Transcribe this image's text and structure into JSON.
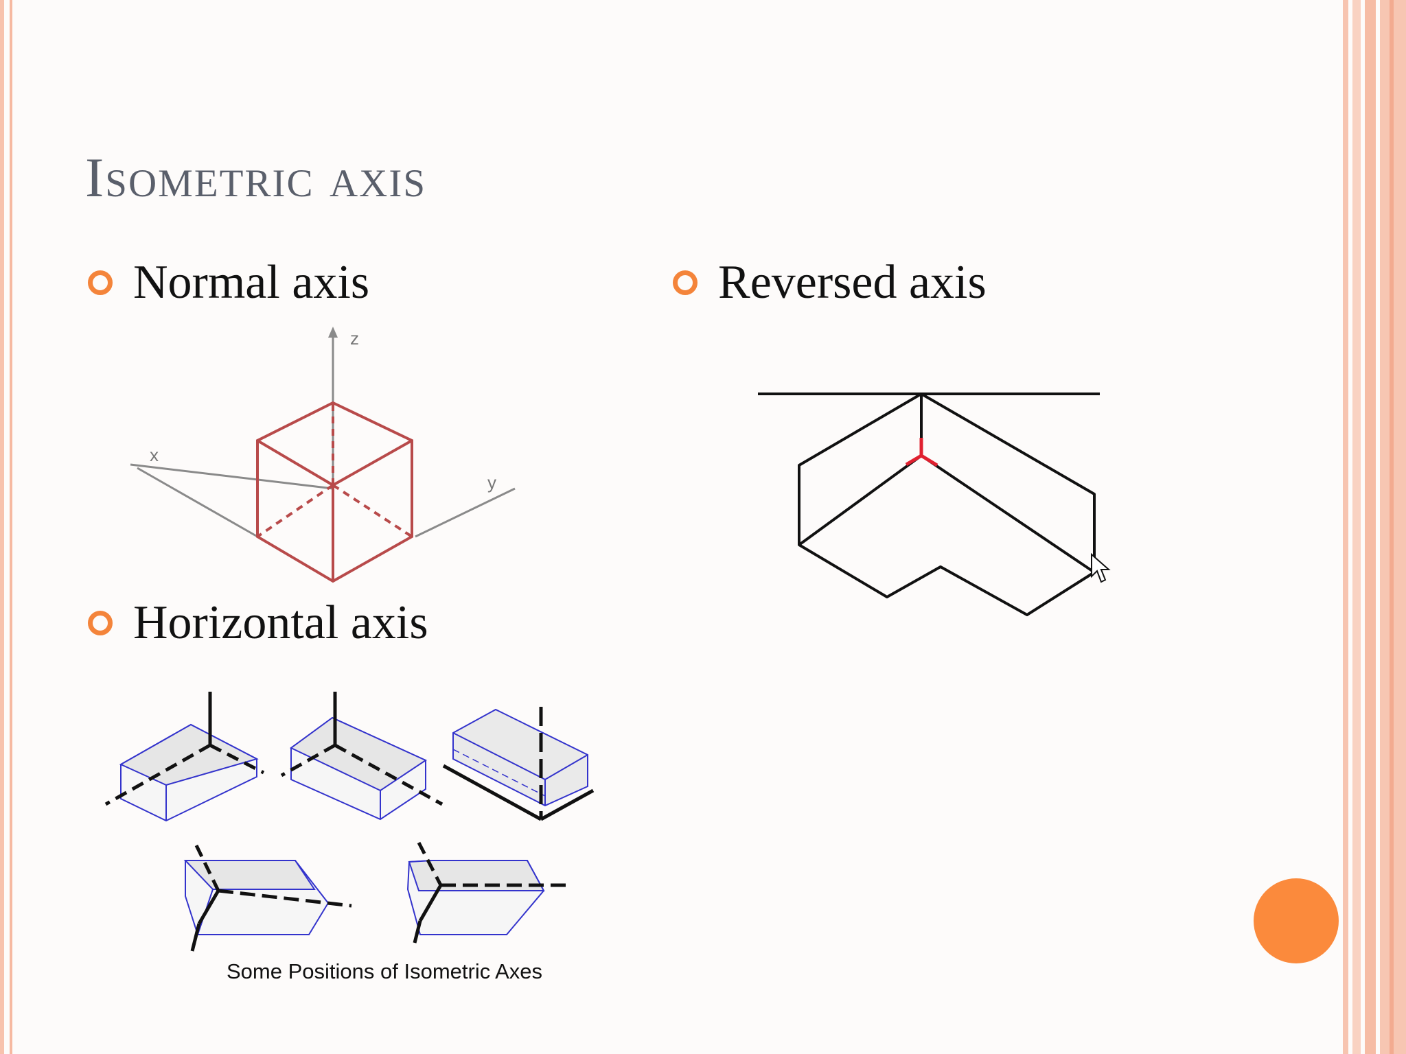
{
  "slide": {
    "title": "Isometric axis",
    "bullets": {
      "normal": "Normal axis",
      "reversed": "Reversed axis",
      "horizontal": "Horizontal axis"
    },
    "figures": {
      "normal_axis_labels": {
        "z": "z",
        "x": "x",
        "y": "y"
      },
      "horizontal_caption": "Some Positions of Isometric Axes"
    },
    "colors": {
      "accent": "#f4843a",
      "title": "#5a5f6b",
      "cube_edges": "#b84a4a",
      "box_outline": "#3333cc",
      "highlight": "#e0202f"
    }
  }
}
